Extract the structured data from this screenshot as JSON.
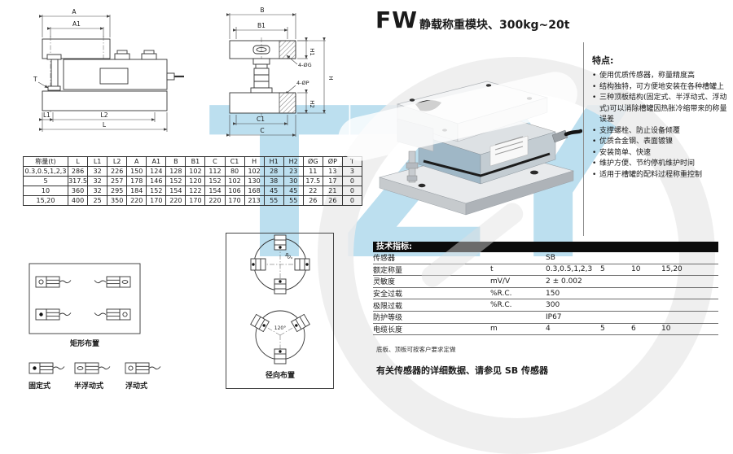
{
  "page": {
    "title_code": "FW",
    "title_text": "静载称重模块、300kg~20t",
    "watermark": "TZY"
  },
  "features": {
    "heading": "特点:",
    "items": [
      "使用优质传感器，称量精度高",
      "结构独特，可方便地安装在各种槽罐上",
      "三种顶板结构(固定式、半浮动式、浮动式)可以消除槽罐因热胀冷缩带来的称量误差",
      "支撑螺栓、防止设备倾覆",
      "优质合金钢、表面镀镍",
      "安装简单、快速",
      "维护方便、节约停机维护时间",
      "适用于槽罐的配料过程称重控制"
    ]
  },
  "dimension_table": {
    "headers": [
      "称量(t)",
      "L",
      "L1",
      "L2",
      "A",
      "A1",
      "B",
      "B1",
      "C",
      "C1",
      "H",
      "H1",
      "H2",
      "ØG",
      "ØP",
      "T"
    ],
    "rows": [
      [
        "0.3,0.5,1,2,3",
        "286",
        "32",
        "226",
        "150",
        "124",
        "128",
        "102",
        "112",
        "80",
        "102",
        "28",
        "23",
        "11",
        "13",
        "3"
      ],
      [
        "5",
        "317.5",
        "32",
        "257",
        "178",
        "146",
        "152",
        "120",
        "152",
        "102",
        "130",
        "38",
        "30",
        "17.5",
        "17",
        "0"
      ],
      [
        "10",
        "360",
        "32",
        "295",
        "184",
        "152",
        "154",
        "122",
        "154",
        "106",
        "168",
        "45",
        "45",
        "22",
        "21",
        "0"
      ],
      [
        "15,20",
        "400",
        "25",
        "350",
        "220",
        "170",
        "220",
        "170",
        "220",
        "170",
        "213",
        "55",
        "55",
        "26",
        "26",
        "0"
      ]
    ]
  },
  "drawings": {
    "side_view": {
      "A": "A",
      "A1": "A1",
      "T": "T",
      "L1": "L1",
      "L2": "L2",
      "L": "L"
    },
    "front_view": {
      "B": "B",
      "B1": "B1",
      "H1": "H1",
      "H": "H",
      "H2": "H2",
      "C1": "C1",
      "C": "C",
      "G": "4-ØG",
      "P": "4-ØP"
    },
    "rect_layout_label": "矩形布置",
    "radial_layout_label": "径向布置",
    "angle_90": "90°",
    "angle_120": "120°",
    "mount_types": [
      "固定式",
      "半浮动式",
      "浮动式"
    ]
  },
  "spec_table": {
    "heading": "技术指标:",
    "rows": [
      {
        "label": "传感器",
        "unit": "",
        "values": [
          "SB",
          "",
          "",
          ""
        ]
      },
      {
        "label": "额定称量",
        "unit": "t",
        "values": [
          "0.3,0.5,1,2,3",
          "5",
          "10",
          "15,20"
        ]
      },
      {
        "label": "灵敏度",
        "unit": "mV/V",
        "values": [
          "2 ± 0.002",
          "",
          "",
          ""
        ]
      },
      {
        "label": "安全过载",
        "unit": "%R.C.",
        "values": [
          "150",
          "",
          "",
          ""
        ]
      },
      {
        "label": "极限过载",
        "unit": "%R.C.",
        "values": [
          "300",
          "",
          "",
          ""
        ]
      },
      {
        "label": "防护等级",
        "unit": "",
        "values": [
          "IP67",
          "",
          "",
          ""
        ]
      },
      {
        "label": "电缆长度",
        "unit": "m",
        "values": [
          "4",
          "5",
          "6",
          "10"
        ]
      }
    ],
    "note_small": "底板、顶板可按客户要求定做",
    "note_bold": "有关传感器的详细数据、请参见 SB 传感器"
  },
  "colors": {
    "watermark_blue": "#b5dcee",
    "ring_gray": "#ececec",
    "header_bar": "#0b0b0b"
  }
}
